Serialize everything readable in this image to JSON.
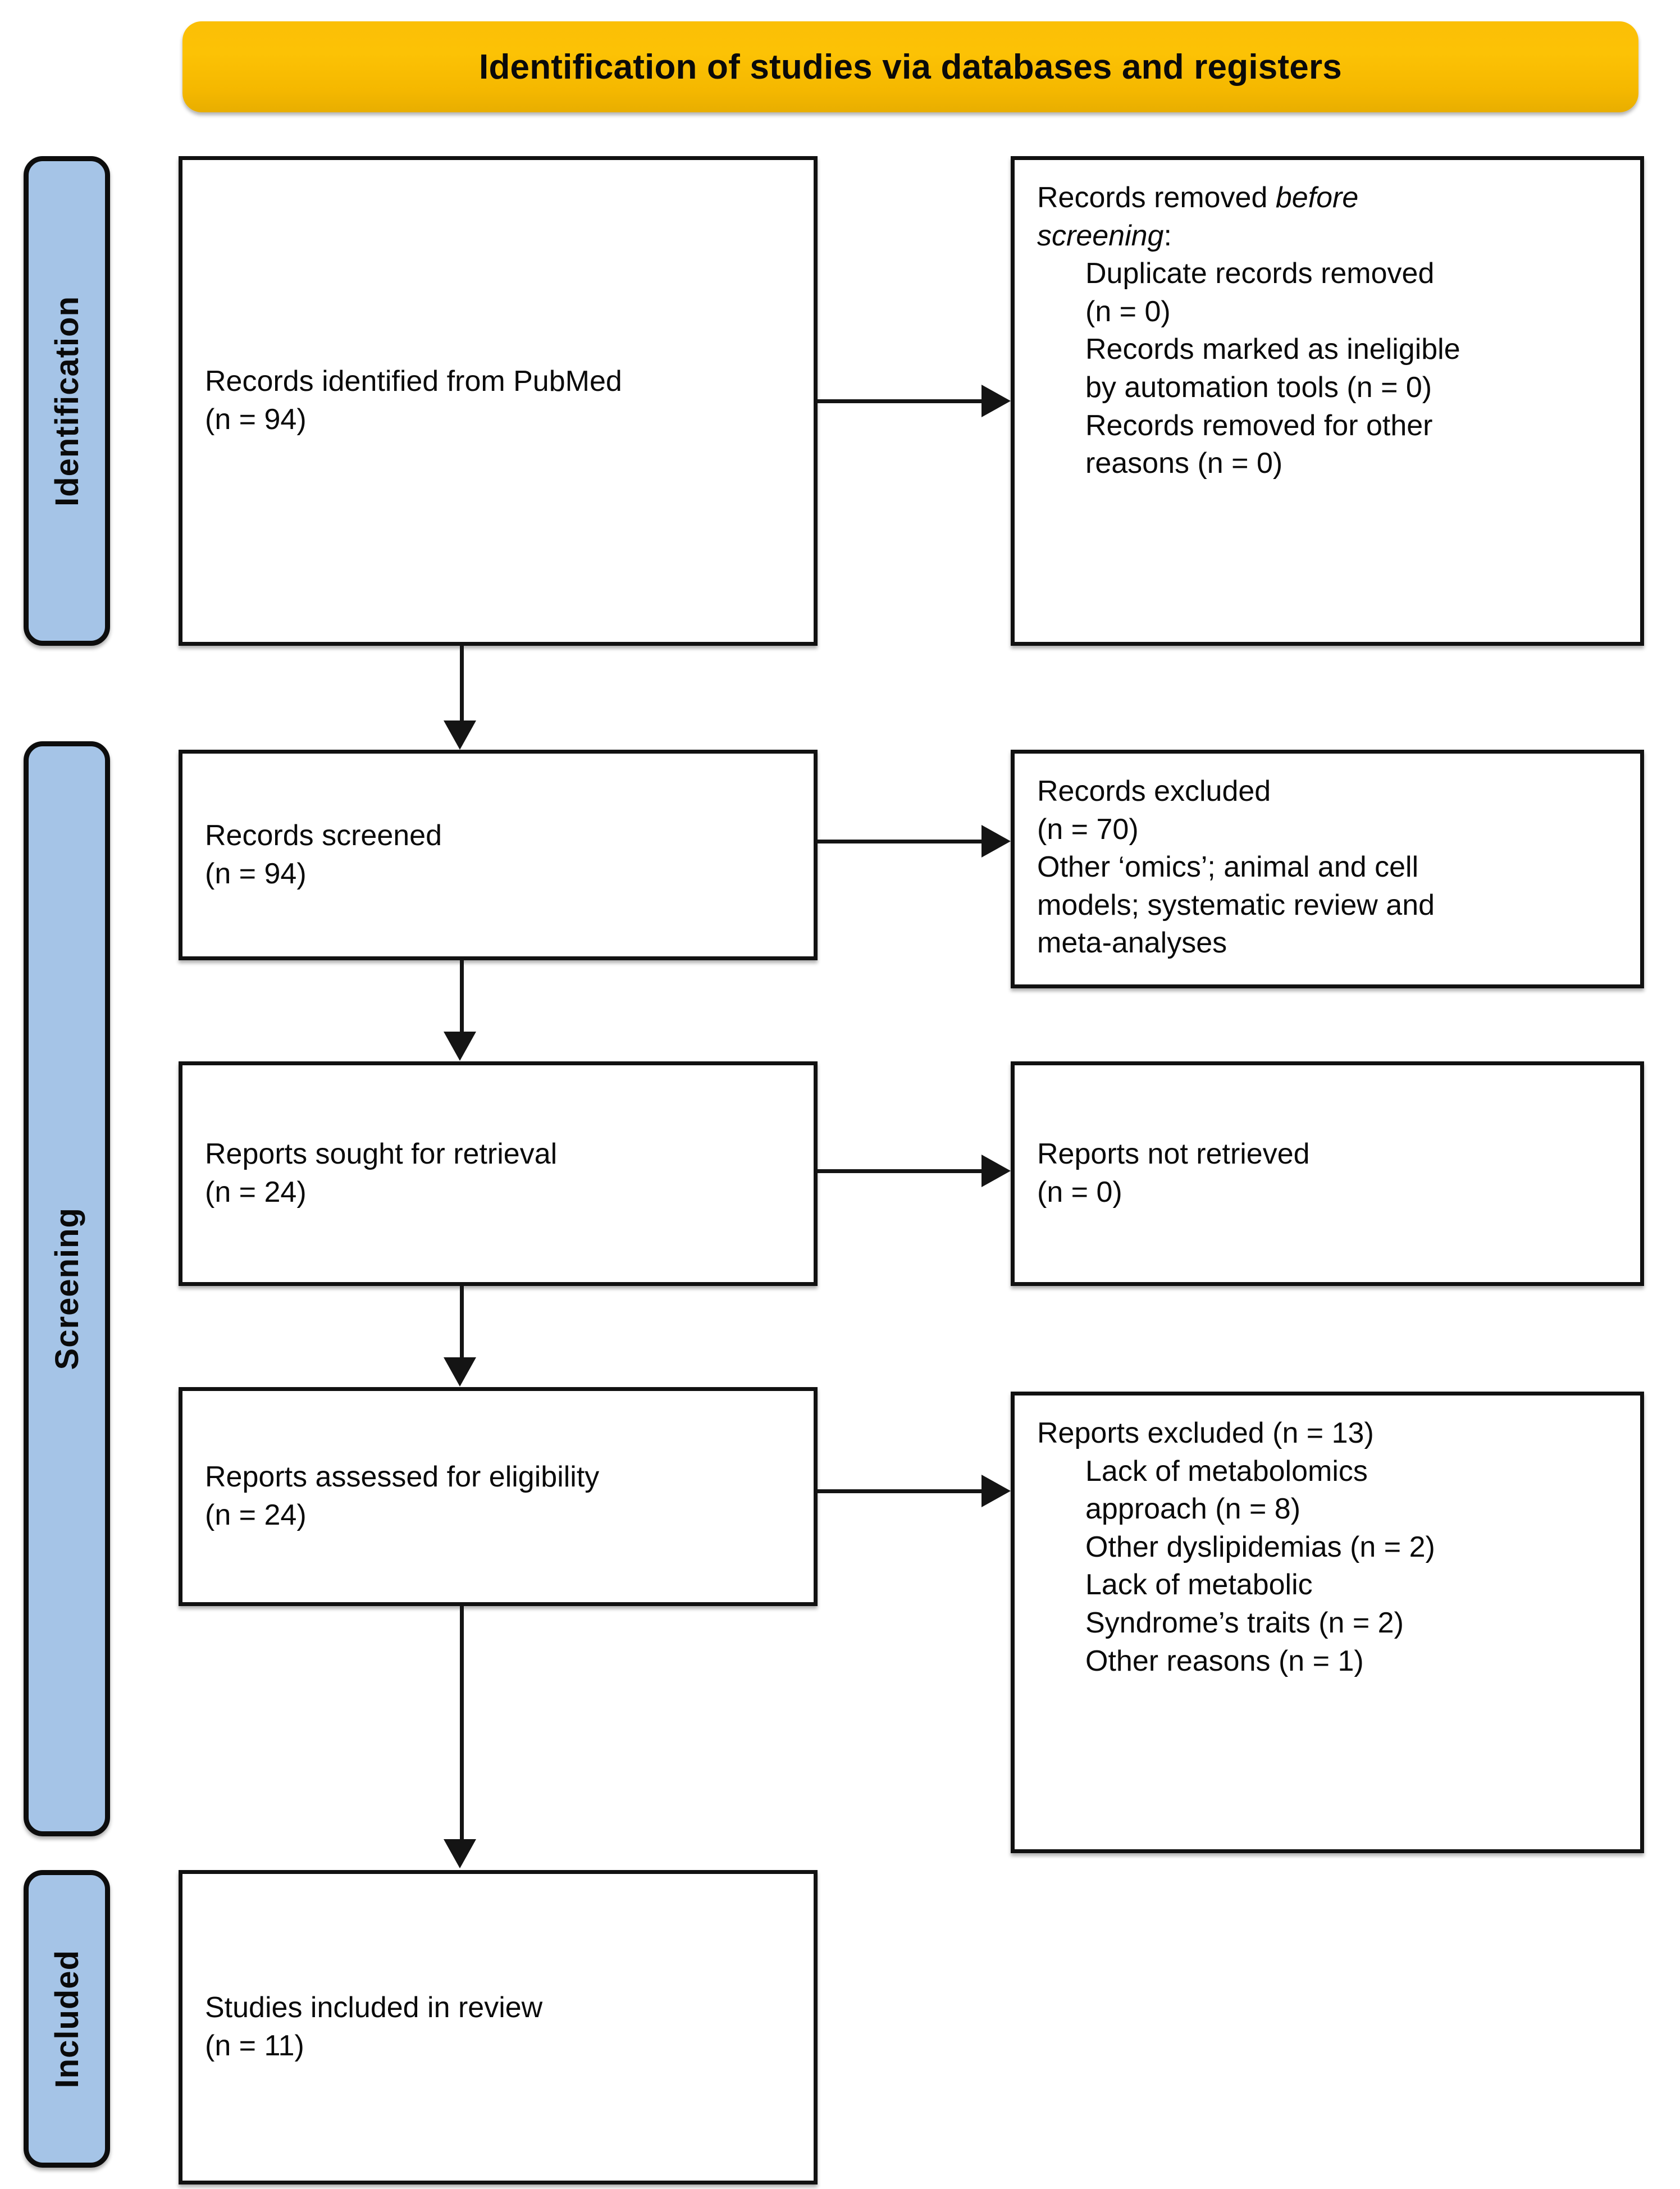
{
  "banner": {
    "title": "Identification of studies via databases and registers",
    "color": "#fbbf06"
  },
  "stages": {
    "identification": "Identification",
    "screening": "Screening",
    "included": "Included",
    "color": "#a5c4e7"
  },
  "boxes": {
    "identified": {
      "line1": "Records identified from PubMed",
      "line2": "(n = 94)"
    },
    "removed": {
      "line1a": "Records removed ",
      "line1b": "before",
      "line2a": "screening",
      "line2b": ":",
      "line3": "Duplicate records removed",
      "line4": "(n = 0)",
      "line5": "Records marked as ineligible",
      "line6": "by automation tools (n = 0)",
      "line7": "Records removed for other",
      "line8": "reasons (n = 0)"
    },
    "screened": {
      "line1": "Records screened",
      "line2": "(n = 94)"
    },
    "records_excluded": {
      "line1": "Records excluded",
      "line2": "(n = 70)",
      "line3": "Other ‘omics’; animal and cell",
      "line4": "models; systematic review and",
      "line5": "meta-analyses"
    },
    "sought": {
      "line1": "Reports sought for retrieval",
      "line2": "(n = 24)"
    },
    "not_retrieved": {
      "line1": "Reports not retrieved",
      "line2": "(n = 0)"
    },
    "assessed": {
      "line1": "Reports assessed for eligibility",
      "line2": "(n = 24)"
    },
    "reports_excluded": {
      "line1": "Reports excluded (n = 13)",
      "line2": "Lack of metabolomics",
      "line3": "approach (n = 8)",
      "line4": "Other dyslipidemias (n = 2)",
      "line5": "Lack of metabolic",
      "line6": "Syndrome’s traits (n = 2)",
      "line7": "Other reasons (n = 1)"
    },
    "included": {
      "line1": "Studies included in review",
      "line2": "(n = 11)"
    }
  },
  "flow": {
    "identified_n": 94,
    "duplicates_removed_n": 0,
    "ineligible_automation_n": 0,
    "removed_other_n": 0,
    "screened_n": 94,
    "records_excluded_n": 70,
    "sought_n": 24,
    "not_retrieved_n": 0,
    "assessed_n": 24,
    "reports_excluded_n": 13,
    "lack_metabolomics_n": 8,
    "other_dyslipidemias_n": 2,
    "lack_metabolic_syndrome_n": 2,
    "other_reasons_n": 1,
    "included_n": 11
  }
}
